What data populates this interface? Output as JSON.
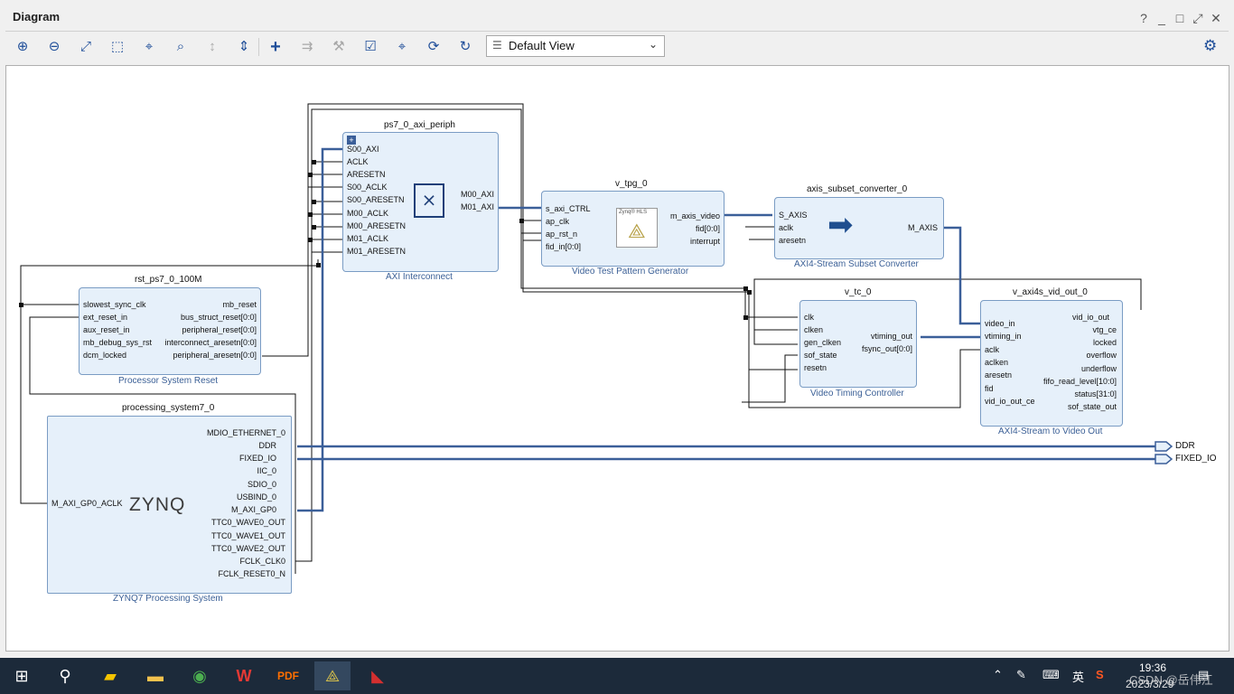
{
  "window": {
    "title": "Diagram",
    "controls": [
      "?",
      "_",
      "□",
      "⤢",
      "✕"
    ]
  },
  "toolbar": {
    "view_select": {
      "value": "Default View"
    },
    "icons": [
      {
        "name": "zoom-in-icon",
        "glyph": "⊕"
      },
      {
        "name": "zoom-out-icon",
        "glyph": "⊖"
      },
      {
        "name": "zoom-fit-icon",
        "glyph": "⤢"
      },
      {
        "name": "zoom-area-icon",
        "glyph": "⬚"
      },
      {
        "name": "center-icon",
        "glyph": "⌖"
      },
      {
        "name": "search-icon",
        "glyph": "⌕"
      },
      {
        "name": "collapse-all-icon",
        "glyph": "↕"
      },
      {
        "name": "expand-all-icon",
        "glyph": "⇕"
      },
      {
        "name": "add-ip-icon",
        "glyph": "+"
      },
      {
        "name": "connect-icon",
        "glyph": "⇉"
      },
      {
        "name": "properties-icon",
        "glyph": "⚒"
      },
      {
        "name": "validate-icon",
        "glyph": "☑"
      },
      {
        "name": "route-pin-icon",
        "glyph": "⌖"
      },
      {
        "name": "refresh-icon",
        "glyph": "⟳"
      },
      {
        "name": "regenerate-layout-icon",
        "glyph": "↻"
      }
    ],
    "gear_icon": "⚙"
  },
  "blocks": {
    "ps7_0_axi_periph": {
      "name": "ps7_0_axi_periph",
      "desc": "AXI Interconnect",
      "left_pins": [
        "S00_AXI",
        "ACLK",
        "ARESETN",
        "S00_ACLK",
        "S00_ARESETN",
        "M00_ACLK",
        "M00_ARESETN",
        "M01_ACLK",
        "M01_ARESETN"
      ],
      "right_pins": [
        "M00_AXI",
        "M01_AXI"
      ]
    },
    "v_tpg_0": {
      "name": "v_tpg_0",
      "desc": "Video Test Pattern Generator",
      "logo": "Zynq® HLS",
      "left_pins": [
        "s_axi_CTRL",
        "ap_clk",
        "ap_rst_n",
        "fid_in[0:0]"
      ],
      "right_pins": [
        "m_axis_video",
        "fid[0:0]",
        "interrupt"
      ]
    },
    "axis_subset_converter_0": {
      "name": "axis_subset_converter_0",
      "desc": "AXI4-Stream Subset Converter",
      "left_pins": [
        "S_AXIS",
        "aclk",
        "aresetn"
      ],
      "right_pins": [
        "M_AXIS"
      ]
    },
    "rst_ps7_0_100M": {
      "name": "rst_ps7_0_100M",
      "desc": "Processor System Reset",
      "left_pins": [
        "slowest_sync_clk",
        "ext_reset_in",
        "aux_reset_in",
        "mb_debug_sys_rst",
        "dcm_locked"
      ],
      "right_pins": [
        "mb_reset",
        "bus_struct_reset[0:0]",
        "peripheral_reset[0:0]",
        "interconnect_aresetn[0:0]",
        "peripheral_aresetn[0:0]"
      ]
    },
    "v_tc_0": {
      "name": "v_tc_0",
      "desc": "Video Timing Controller",
      "left_pins": [
        "clk",
        "clken",
        "gen_clken",
        "sof_state",
        "resetn"
      ],
      "right_pins": [
        "vtiming_out",
        "fsync_out[0:0]"
      ]
    },
    "v_axi4s_vid_out_0": {
      "name": "v_axi4s_vid_out_0",
      "desc": "AXI4-Stream to Video Out",
      "left_pins": [
        "video_in",
        "vtiming_in",
        "aclk",
        "aclken",
        "aresetn",
        "fid",
        "vid_io_out_ce"
      ],
      "right_pins": [
        "vid_io_out",
        "vtg_ce",
        "locked",
        "overflow",
        "underflow",
        "fifo_read_level[10:0]",
        "status[31:0]",
        "sof_state_out"
      ]
    },
    "processing_system7_0": {
      "name": "processing_system7_0",
      "desc": "ZYNQ7 Processing System",
      "logo": "ZYNQ",
      "left_pins": [
        "M_AXI_GP0_ACLK"
      ],
      "right_pins": [
        "MDIO_ETHERNET_0",
        "DDR",
        "FIXED_IO",
        "IIC_0",
        "SDIO_0",
        "USBIND_0",
        "M_AXI_GP0",
        "TTC0_WAVE0_OUT",
        "TTC0_WAVE1_OUT",
        "TTC0_WAVE2_OUT",
        "FCLK_CLK0",
        "FCLK_RESET0_N"
      ]
    }
  },
  "external_ports": [
    "DDR",
    "FIXED_IO"
  ],
  "colors": {
    "block_fill": "#e6f0fa",
    "block_border": "#7a9cc4",
    "bus_wire": "#3b5f99",
    "net_wire": "#111111",
    "desc_text": "#3a5f96"
  },
  "taskbar": {
    "apps": [
      "windows-start",
      "search",
      "sticky-notes",
      "file-explorer",
      "chrome",
      "wps",
      "pdf",
      "vivado",
      "vitis"
    ],
    "tray_lang": "英",
    "time": "19:36",
    "date": "2023/3/29",
    "watermark": "CSDN @岳伟江"
  }
}
